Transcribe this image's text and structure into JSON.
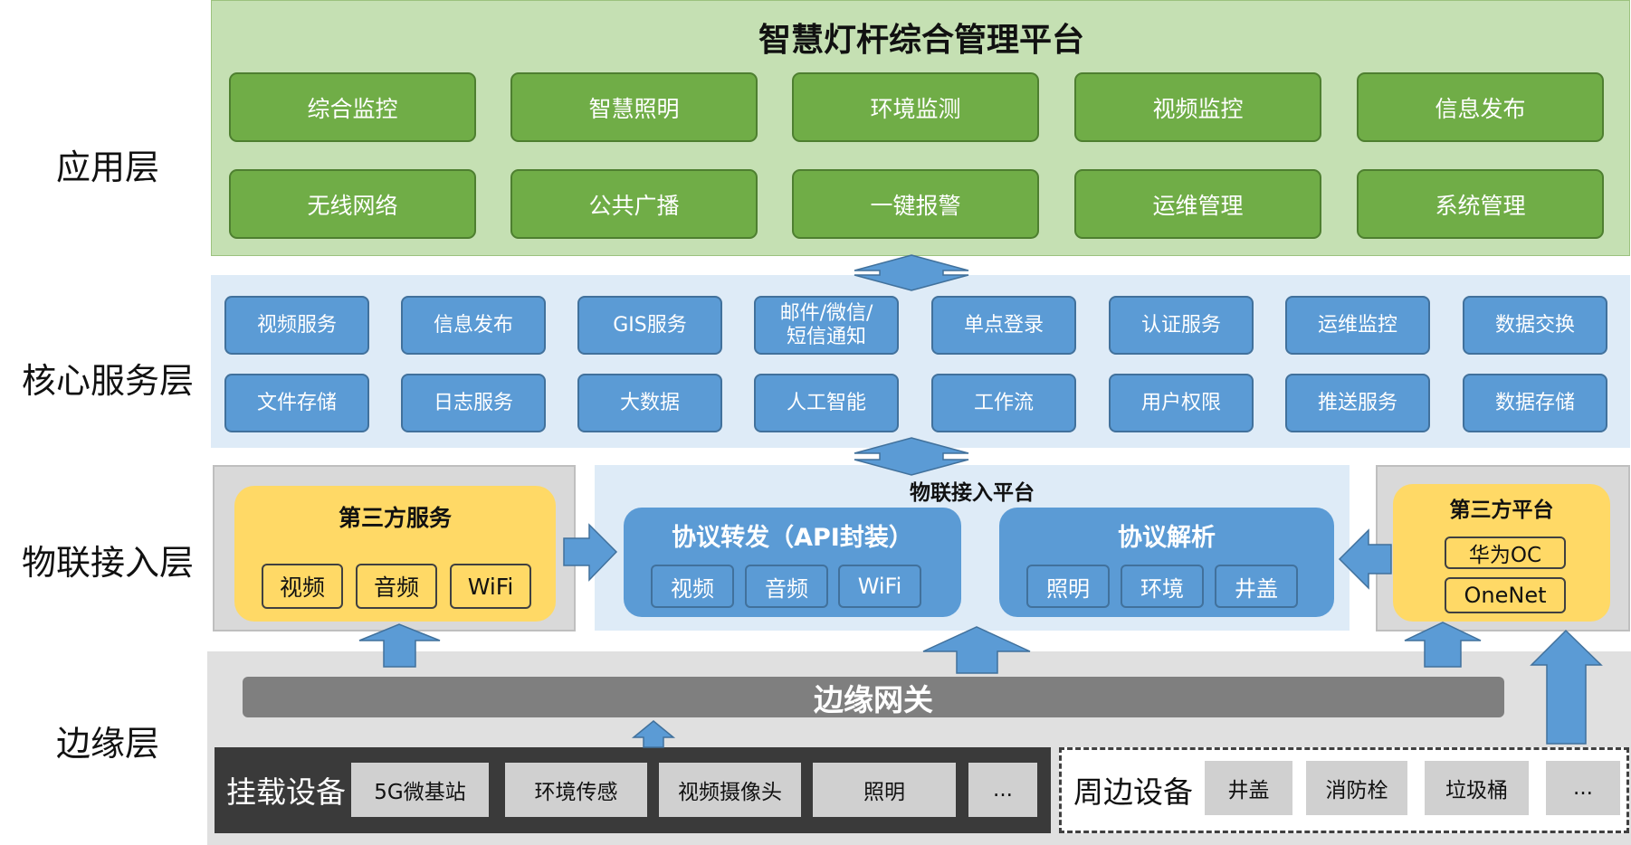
{
  "layers": {
    "application": "应用层",
    "core": "核心服务层",
    "iot": "物联接入层",
    "edge": "边缘层"
  },
  "application": {
    "title": "智慧灯杆综合管理平台",
    "modules": [
      "综合监控",
      "智慧照明",
      "环境监测",
      "视频监控",
      "信息发布",
      "无线网络",
      "公共广播",
      "一键报警",
      "运维管理",
      "系统管理"
    ]
  },
  "core": {
    "row1": [
      "视频服务",
      "信息发布",
      "GIS服务",
      "邮件/微信/\n短信通知",
      "单点登录",
      "认证服务",
      "运维监控",
      "数据交换"
    ],
    "row2": [
      "文件存储",
      "日志服务",
      "大数据",
      "人工智能",
      "工作流",
      "用户权限",
      "推送服务",
      "数据存储"
    ]
  },
  "iot": {
    "third_party_service": {
      "title": "第三方服务",
      "tags": [
        "视频",
        "音频",
        "WiFi"
      ]
    },
    "platform_title": "物联接入平台",
    "protocol_forward": {
      "title": "协议转发（API封装）",
      "tags": [
        "视频",
        "音频",
        "WiFi"
      ]
    },
    "protocol_parse": {
      "title": "协议解析",
      "tags": [
        "照明",
        "环境",
        "井盖"
      ]
    },
    "third_party_platform": {
      "title": "第三方平台",
      "tags": [
        "华为OC",
        "OneNet"
      ]
    }
  },
  "edge": {
    "gateway": "边缘网关",
    "mounted": {
      "title": "挂载设备",
      "items": [
        "5G微基站",
        "环境传感",
        "视频摄像头",
        "照明",
        "..."
      ]
    },
    "peripheral": {
      "title": "周边设备",
      "items": [
        "井盖",
        "消防栓",
        "垃圾桶",
        "..."
      ]
    }
  },
  "colors": {
    "app_bg": "#c5e0b3",
    "app_btn": "#70ad47",
    "core_bg": "#deebf7",
    "core_btn": "#5b9bd5",
    "yellow": "#ffd966",
    "arrow": "#5b9bd5",
    "gateway": "#7f7f7f",
    "dark_bar": "#3a3a3a"
  }
}
